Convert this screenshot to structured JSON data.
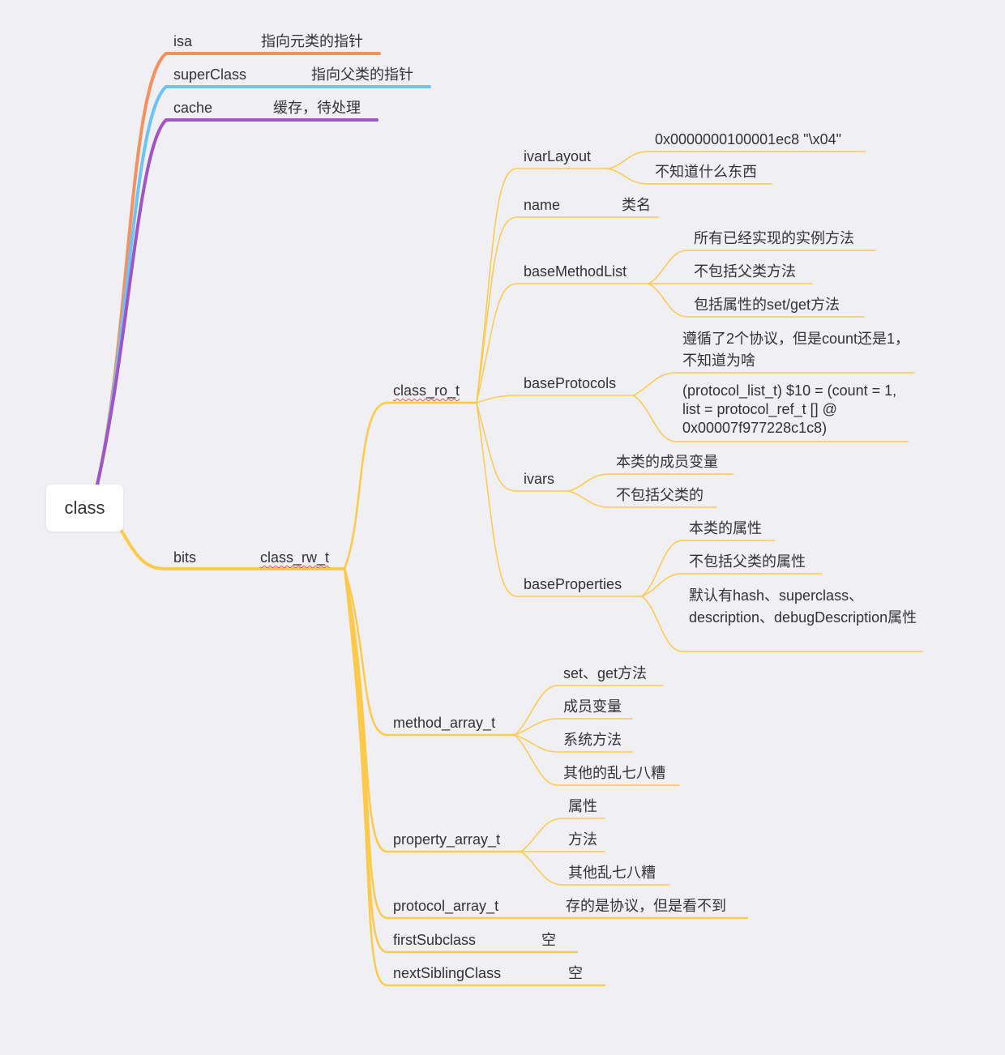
{
  "colors": {
    "isa": "#f4915e",
    "superClass": "#6cc4f6",
    "cache": "#a154c6",
    "bits": "#fcc94a",
    "background": "#efeff4"
  },
  "root": "class",
  "top_branches": [
    {
      "key": "isa",
      "value": "指向元类的指针"
    },
    {
      "key": "superClass",
      "value": "指向父类的指针"
    },
    {
      "key": "cache",
      "value": "缓存，待处理"
    }
  ],
  "bits": {
    "label": "bits",
    "type": "class_rw_t"
  },
  "class_ro_t": {
    "label": "class_ro_t",
    "ivarLayout": {
      "label": "ivarLayout",
      "children": [
        "0x0000000100001ec8 \"\\x04\"",
        "不知道什么东西"
      ]
    },
    "name": {
      "label": "name",
      "value": "类名"
    },
    "baseMethodList": {
      "label": "baseMethodList",
      "children": [
        "所有已经实现的实例方法",
        "不包括父类方法",
        "包括属性的set/get方法"
      ]
    },
    "baseProtocols": {
      "label": "baseProtocols",
      "children": [
        "遵循了2个协议，但是count还是1，不知道为啥",
        "(protocol_list_t) $10 = (count = 1, list = protocol_ref_t [] @ 0x00007f977228c1c8)"
      ]
    },
    "ivars": {
      "label": "ivars",
      "children": [
        "本类的成员变量",
        "不包括父类的"
      ]
    },
    "baseProperties": {
      "label": "baseProperties",
      "children": [
        "本类的属性",
        "不包括父类的属性",
        "默认有hash、superclass、description、debugDescription属性"
      ]
    }
  },
  "method_array_t": {
    "label": "method_array_t",
    "children": [
      "set、get方法",
      "成员变量",
      "系统方法",
      "其他的乱七八糟"
    ]
  },
  "property_array_t": {
    "label": "property_array_t",
    "children": [
      "属性",
      "方法",
      "其他乱七八糟"
    ]
  },
  "protocol_array_t": {
    "label": "protocol_array_t",
    "value": "存的是协议，但是看不到"
  },
  "firstSubclass": {
    "label": "firstSubclass",
    "value": "空"
  },
  "nextSiblingClass": {
    "label": "nextSiblingClass",
    "value": "空"
  }
}
